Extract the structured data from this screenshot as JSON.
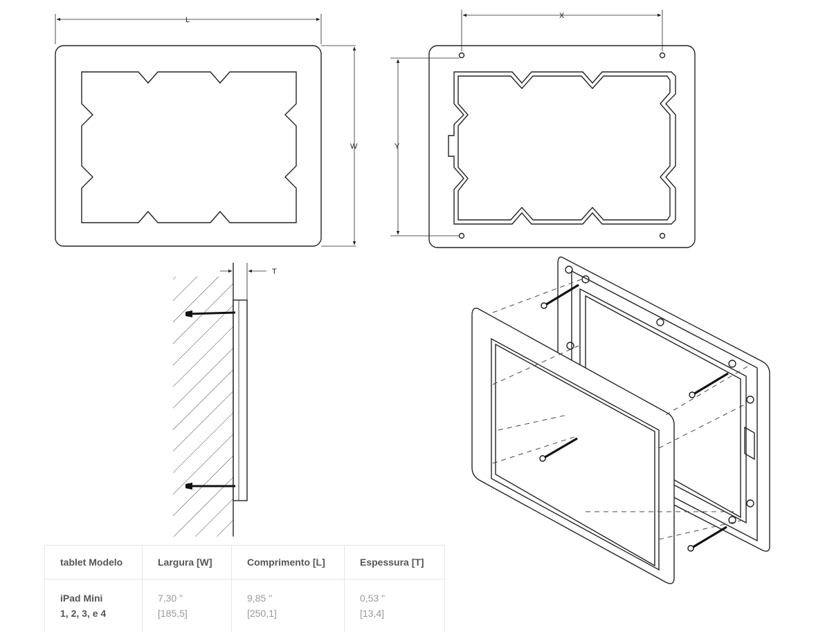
{
  "dimensions": {
    "length_label": "L",
    "width_label": "W",
    "x_label": "X",
    "y_label": "Y",
    "thickness_label": "T"
  },
  "table": {
    "headers": [
      "tablet Modelo",
      "Largura [W]",
      "Comprimento [L]",
      "Espessura [T]"
    ],
    "rows": [
      {
        "model_line1": "iPad Mini",
        "model_line2": "1, 2, 3, e 4",
        "width_in": "7,30 \"",
        "width_mm": "[185,5]",
        "length_in": "9,85 \"",
        "length_mm": "[250,1]",
        "thickness_in": "0,53 \"",
        "thickness_mm": "[13,4]"
      }
    ]
  }
}
